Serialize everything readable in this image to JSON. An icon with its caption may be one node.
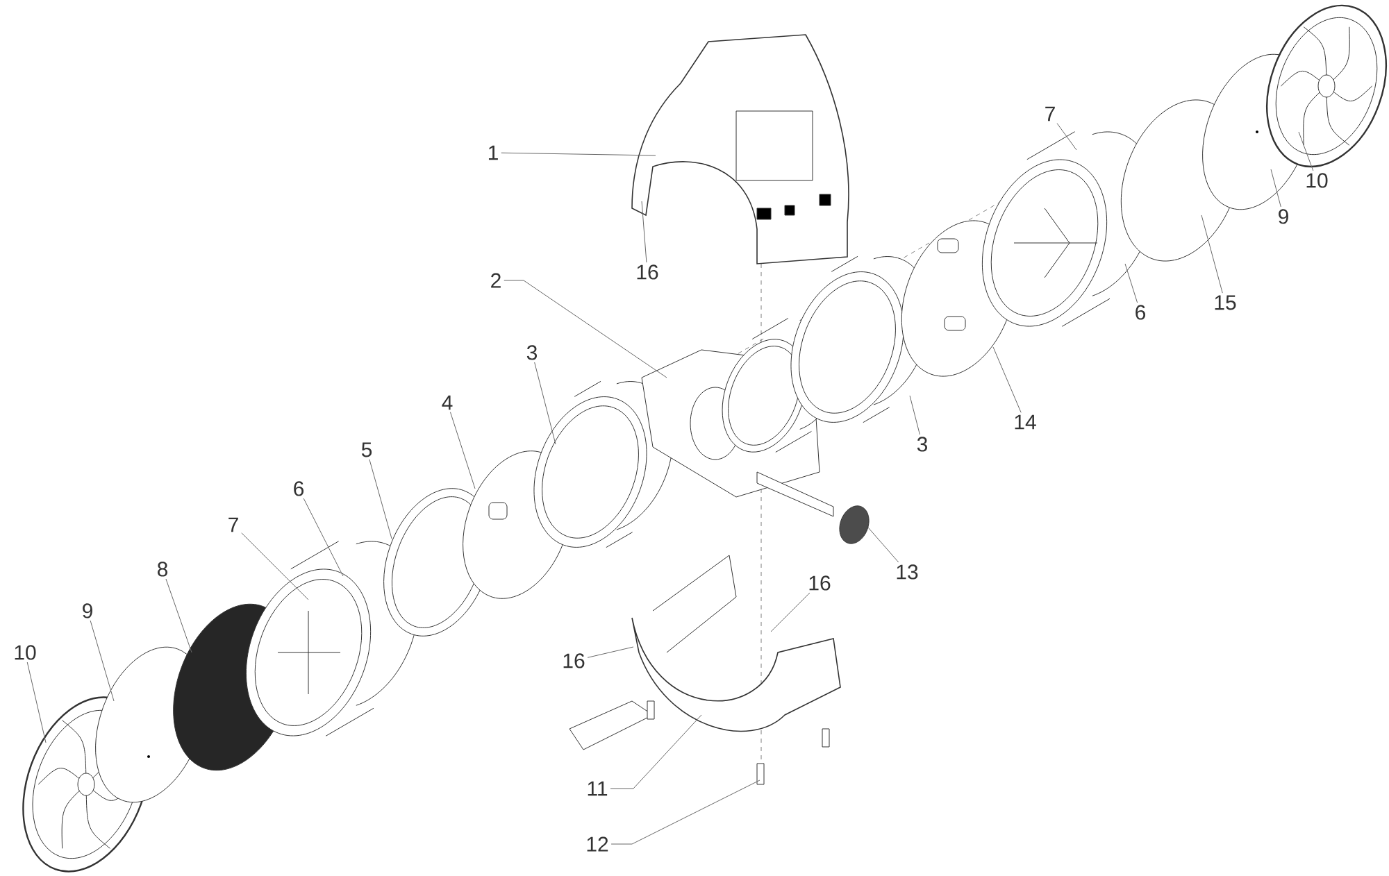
{
  "diagram": {
    "nodes": [
      {
        "text": [
          "7"
        ]
      },
      {
        "text": [
          "1"
        ]
      },
      {
        "text": [
          "10"
        ]
      },
      {
        "text": [
          "9"
        ]
      },
      {
        "text": [
          "16"
        ]
      },
      {
        "text": [
          "2"
        ]
      },
      {
        "text": [
          "15"
        ]
      },
      {
        "text": [
          "6"
        ]
      },
      {
        "text": [
          "3"
        ]
      },
      {
        "text": [
          "4"
        ]
      },
      {
        "text": [
          "14"
        ]
      },
      {
        "text": [
          "3"
        ]
      },
      {
        "text": [
          "5"
        ]
      },
      {
        "text": [
          "6"
        ]
      },
      {
        "text": [
          "7"
        ]
      },
      {
        "text": [
          "8"
        ]
      },
      {
        "text": [
          "13"
        ]
      },
      {
        "text": [
          "16"
        ]
      },
      {
        "text": [
          "9"
        ]
      },
      {
        "text": [
          "10"
        ]
      },
      {
        "text": [
          "16"
        ]
      },
      {
        "text": [
          "11"
        ]
      },
      {
        "text": [
          "12"
        ]
      }
    ],
    "edges": [
      {
        "from": 0,
        "to": null,
        "arrow": "none"
      },
      {
        "from": 1,
        "to": null,
        "arrow": "none"
      },
      {
        "from": 2,
        "to": null,
        "arrow": "none"
      },
      {
        "from": 3,
        "to": null,
        "arrow": "none"
      },
      {
        "from": 4,
        "to": null,
        "arrow": "none"
      },
      {
        "from": 5,
        "to": null,
        "arrow": "none"
      },
      {
        "from": 6,
        "to": null,
        "arrow": "none"
      },
      {
        "from": 7,
        "to": null,
        "arrow": "none"
      },
      {
        "from": 8,
        "to": null,
        "arrow": "none"
      },
      {
        "from": 9,
        "to": null,
        "arrow": "none"
      },
      {
        "from": 10,
        "to": null,
        "arrow": "none"
      },
      {
        "from": 11,
        "to": null,
        "arrow": "none"
      },
      {
        "from": 12,
        "to": null,
        "arrow": "none"
      },
      {
        "from": 13,
        "to": null,
        "arrow": "none"
      },
      {
        "from": 14,
        "to": null,
        "arrow": "none"
      },
      {
        "from": 15,
        "to": null,
        "arrow": "none"
      },
      {
        "from": 16,
        "to": null,
        "arrow": "none"
      },
      {
        "from": 17,
        "to": null,
        "arrow": "none"
      },
      {
        "from": 18,
        "to": null,
        "arrow": "none"
      },
      {
        "from": 19,
        "to": null,
        "arrow": "none"
      },
      {
        "from": 20,
        "to": null,
        "arrow": "none"
      },
      {
        "from": 21,
        "to": null,
        "arrow": "none"
      },
      {
        "from": 22,
        "to": null,
        "arrow": "none"
      }
    ]
  }
}
